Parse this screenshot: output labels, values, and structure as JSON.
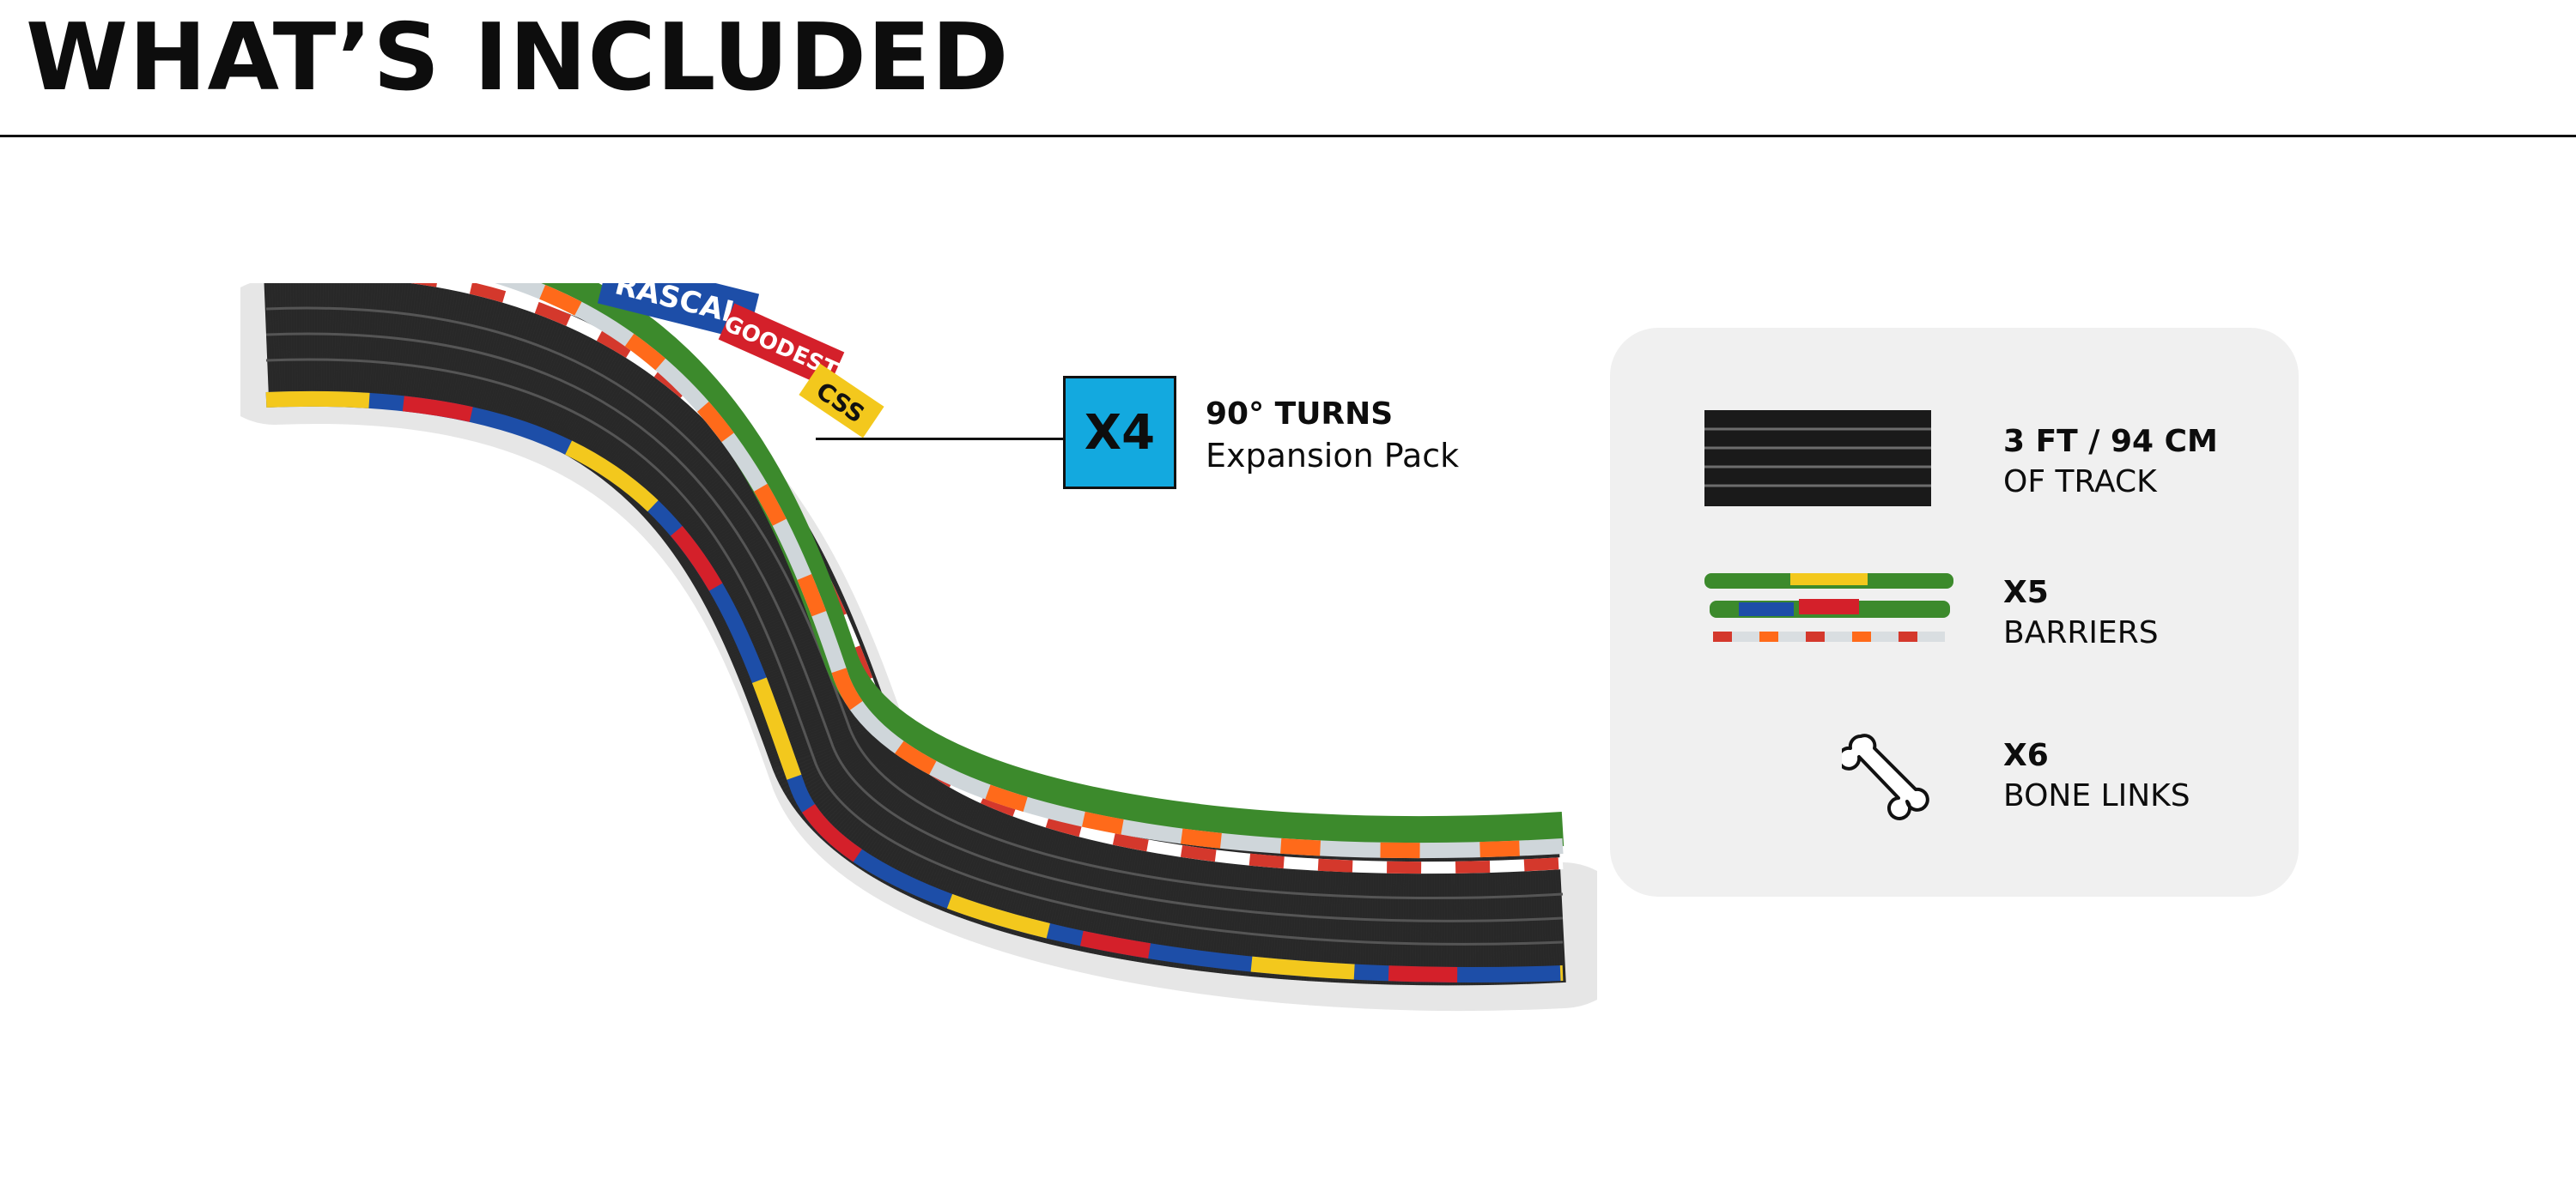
{
  "header": {
    "title": "WHAT’S INCLUDED"
  },
  "callout": {
    "quantity": "X4",
    "title": "90° TURNS",
    "subtitle": "Expansion Pack"
  },
  "track_banners": [
    "RASCAL",
    "GOODEST",
    "CSS"
  ],
  "included": {
    "items": [
      {
        "icon": "track-piece-icon",
        "title": "3 FT / 94 CM",
        "label": "OF TRACK"
      },
      {
        "icon": "barrier-icon",
        "title": "X5",
        "label": "BARRIERS"
      },
      {
        "icon": "bone-link-icon",
        "title": "X6",
        "label": "BONE LINKS"
      }
    ]
  },
  "colors": {
    "accent": "#13a9df",
    "text": "#0d0d0d",
    "panel": "#f0f0f0",
    "track": "#2b2b2b",
    "curb_red": "#d4382c",
    "barrier_orange": "#ff6a1a",
    "foliage": "#3c8a2c",
    "banner_blue": "#1d4ea8",
    "banner_red": "#d4202a",
    "banner_yellow": "#f3c81d"
  }
}
